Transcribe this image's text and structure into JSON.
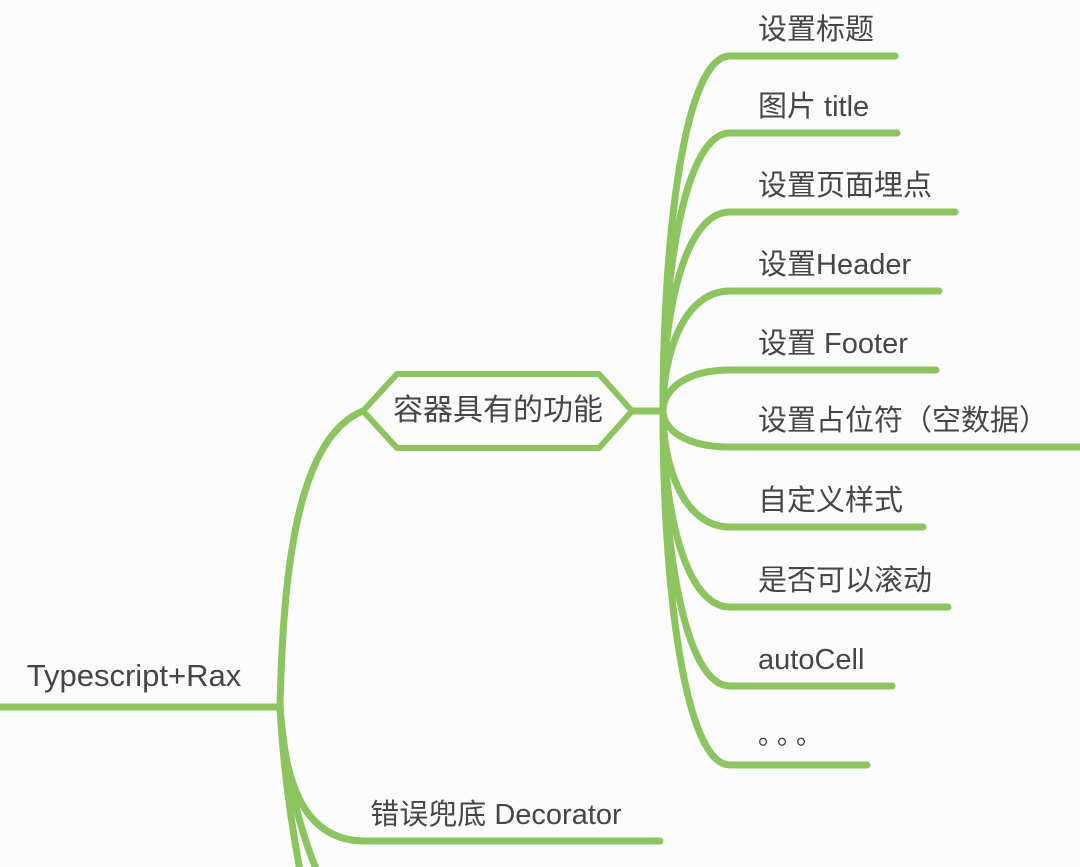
{
  "diagram": {
    "type": "mindmap",
    "background_color": "#fcfcfc",
    "branch_color": "#8cc45f",
    "text_color": "#464646",
    "root": {
      "label": "Typescript+Rax"
    },
    "level1": [
      {
        "label": "容器具有的功能",
        "shape": "hexagon-outline",
        "children": [
          "设置标题",
          "图片 title",
          "设置页面埋点",
          "设置Header",
          "设置 Footer",
          "设置占位符（空数据）",
          "自定义样式",
          "是否可以滚动",
          "autoCell",
          "。。。"
        ]
      },
      {
        "label": "错误兜底 Decorator",
        "shape": "underline",
        "children": []
      }
    ],
    "notes": "two additional branch lines run off the bottom edge of the image"
  }
}
